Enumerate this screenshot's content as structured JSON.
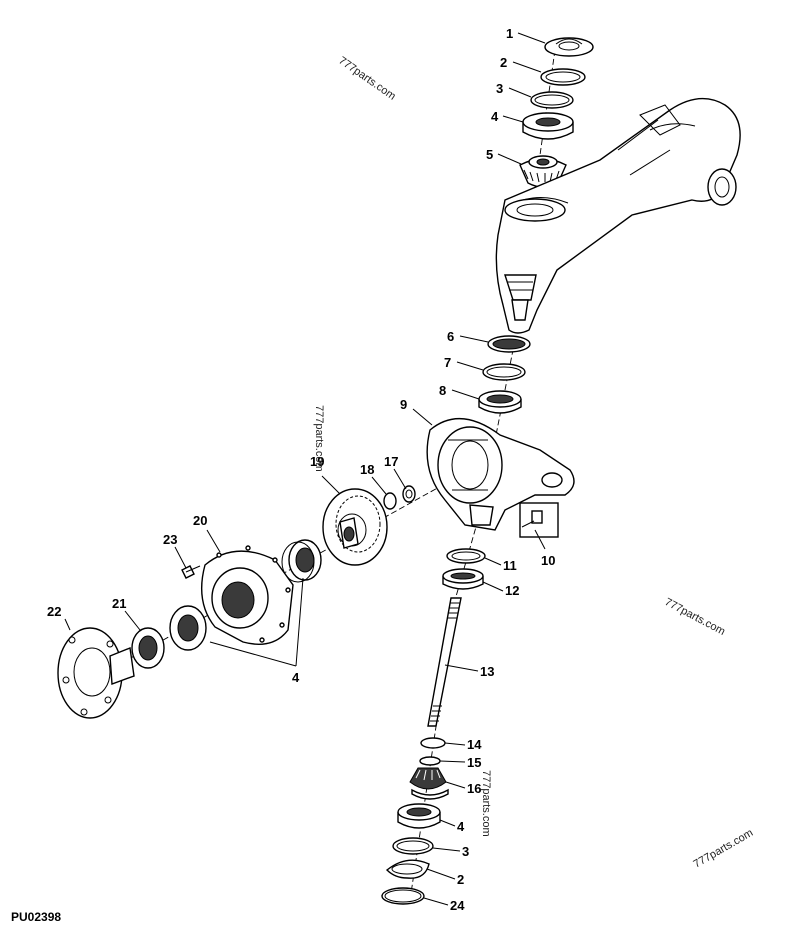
{
  "diagram_code": "PU02398",
  "watermark": "777parts.com",
  "callouts": {
    "c1": "1",
    "c2a": "2",
    "c3a": "3",
    "c4a": "4",
    "c5": "5",
    "c6": "6",
    "c7": "7",
    "c8": "8",
    "c9": "9",
    "c10": "10",
    "c11": "11",
    "c12": "12",
    "c13": "13",
    "c14": "14",
    "c15": "15",
    "c16": "16",
    "c4c": "4",
    "c3b": "3",
    "c2b": "2",
    "c24": "24",
    "c17": "17",
    "c18": "18",
    "c19": "19",
    "c20": "20",
    "c21": "21",
    "c22": "22",
    "c23": "23",
    "c4b": "4"
  }
}
